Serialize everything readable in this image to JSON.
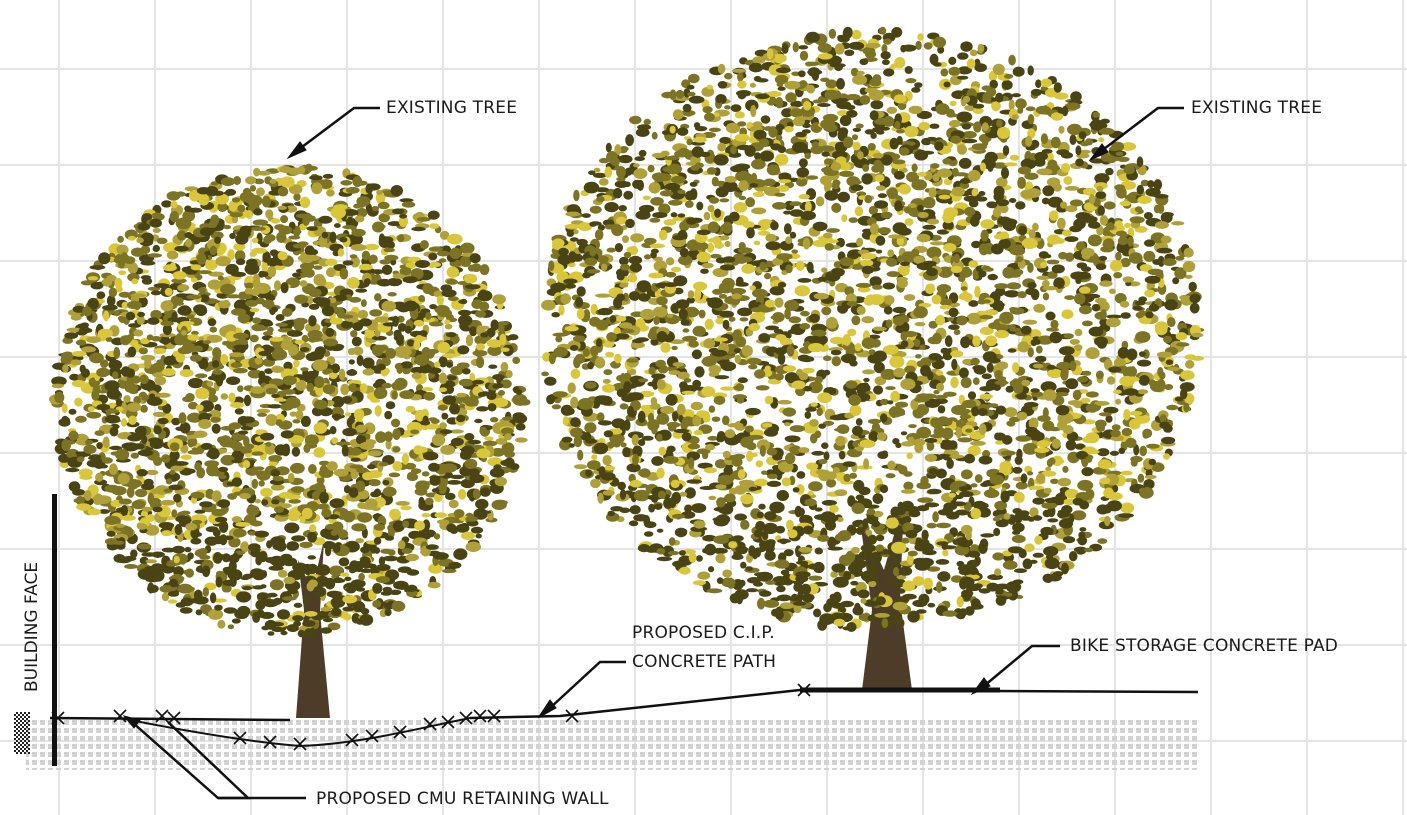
{
  "labels": {
    "existing_tree_left": "EXISTING TREE",
    "existing_tree_right": "EXISTING TREE",
    "building_face": "BUILDING FACE",
    "cip_path_line1": "PROPOSED C.I.P.",
    "cip_path_line2": "CONCRETE PATH",
    "bike_pad": "BIKE STORAGE  CONCRETE  PAD",
    "retaining_wall": "PROPOSED CMU  RETAINING  WALL"
  },
  "colors": {
    "foliage_dark": "#4a4414",
    "foliage_mid": "#7d7324",
    "foliage_light": "#b0a03a",
    "foliage_yellow": "#d9c63a",
    "trunk": "#4d3d28",
    "ground_hatch": "#cfcfcf",
    "line": "#111111",
    "grid": "#e4e4e4"
  }
}
